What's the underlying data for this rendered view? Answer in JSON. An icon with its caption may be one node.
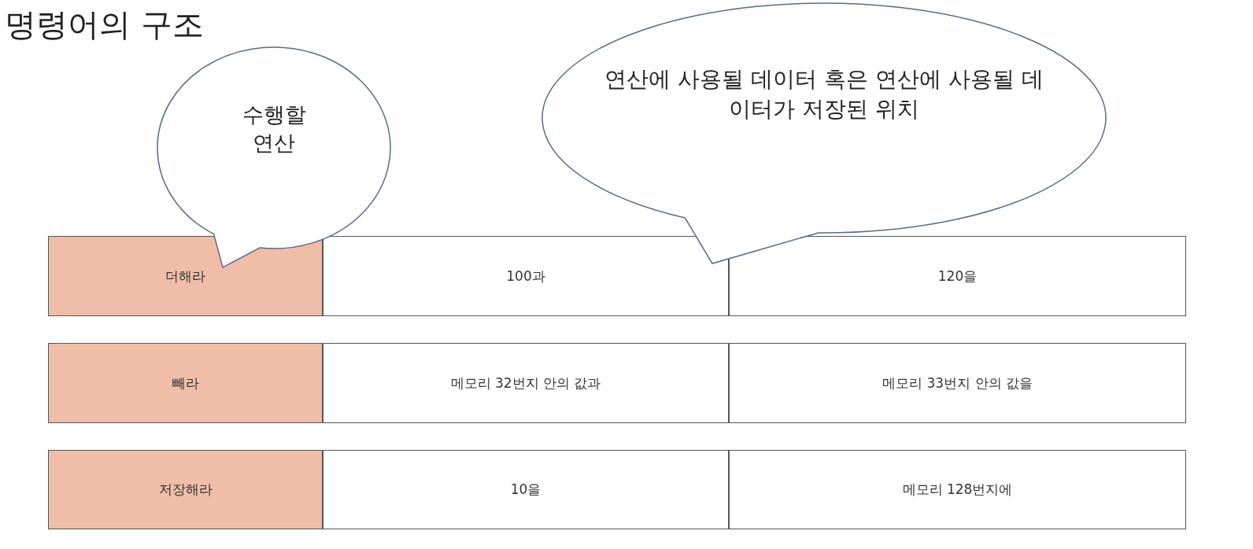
{
  "diagram": {
    "title": "명령어의 구조",
    "nodes": [
      {
        "text": [
          "수행할 연산"
        ]
      },
      {
        "text": [
          "연산에 사용될 데이터 혹은 연산에 사용될 데이터가 저장된 위치"
        ]
      },
      {
        "text": [
          "더해라"
        ]
      },
      {
        "text": [
          "100과"
        ]
      },
      {
        "text": [
          "120을"
        ]
      },
      {
        "text": [
          "빼라"
        ]
      },
      {
        "text": [
          "메모리 32번지 안의 값과"
        ]
      },
      {
        "text": [
          "메모리 33번지 안의 값을"
        ]
      },
      {
        "text": [
          "저장해라"
        ]
      },
      {
        "text": [
          "10을"
        ]
      },
      {
        "text": [
          "메모리 128번지에"
        ]
      }
    ]
  }
}
